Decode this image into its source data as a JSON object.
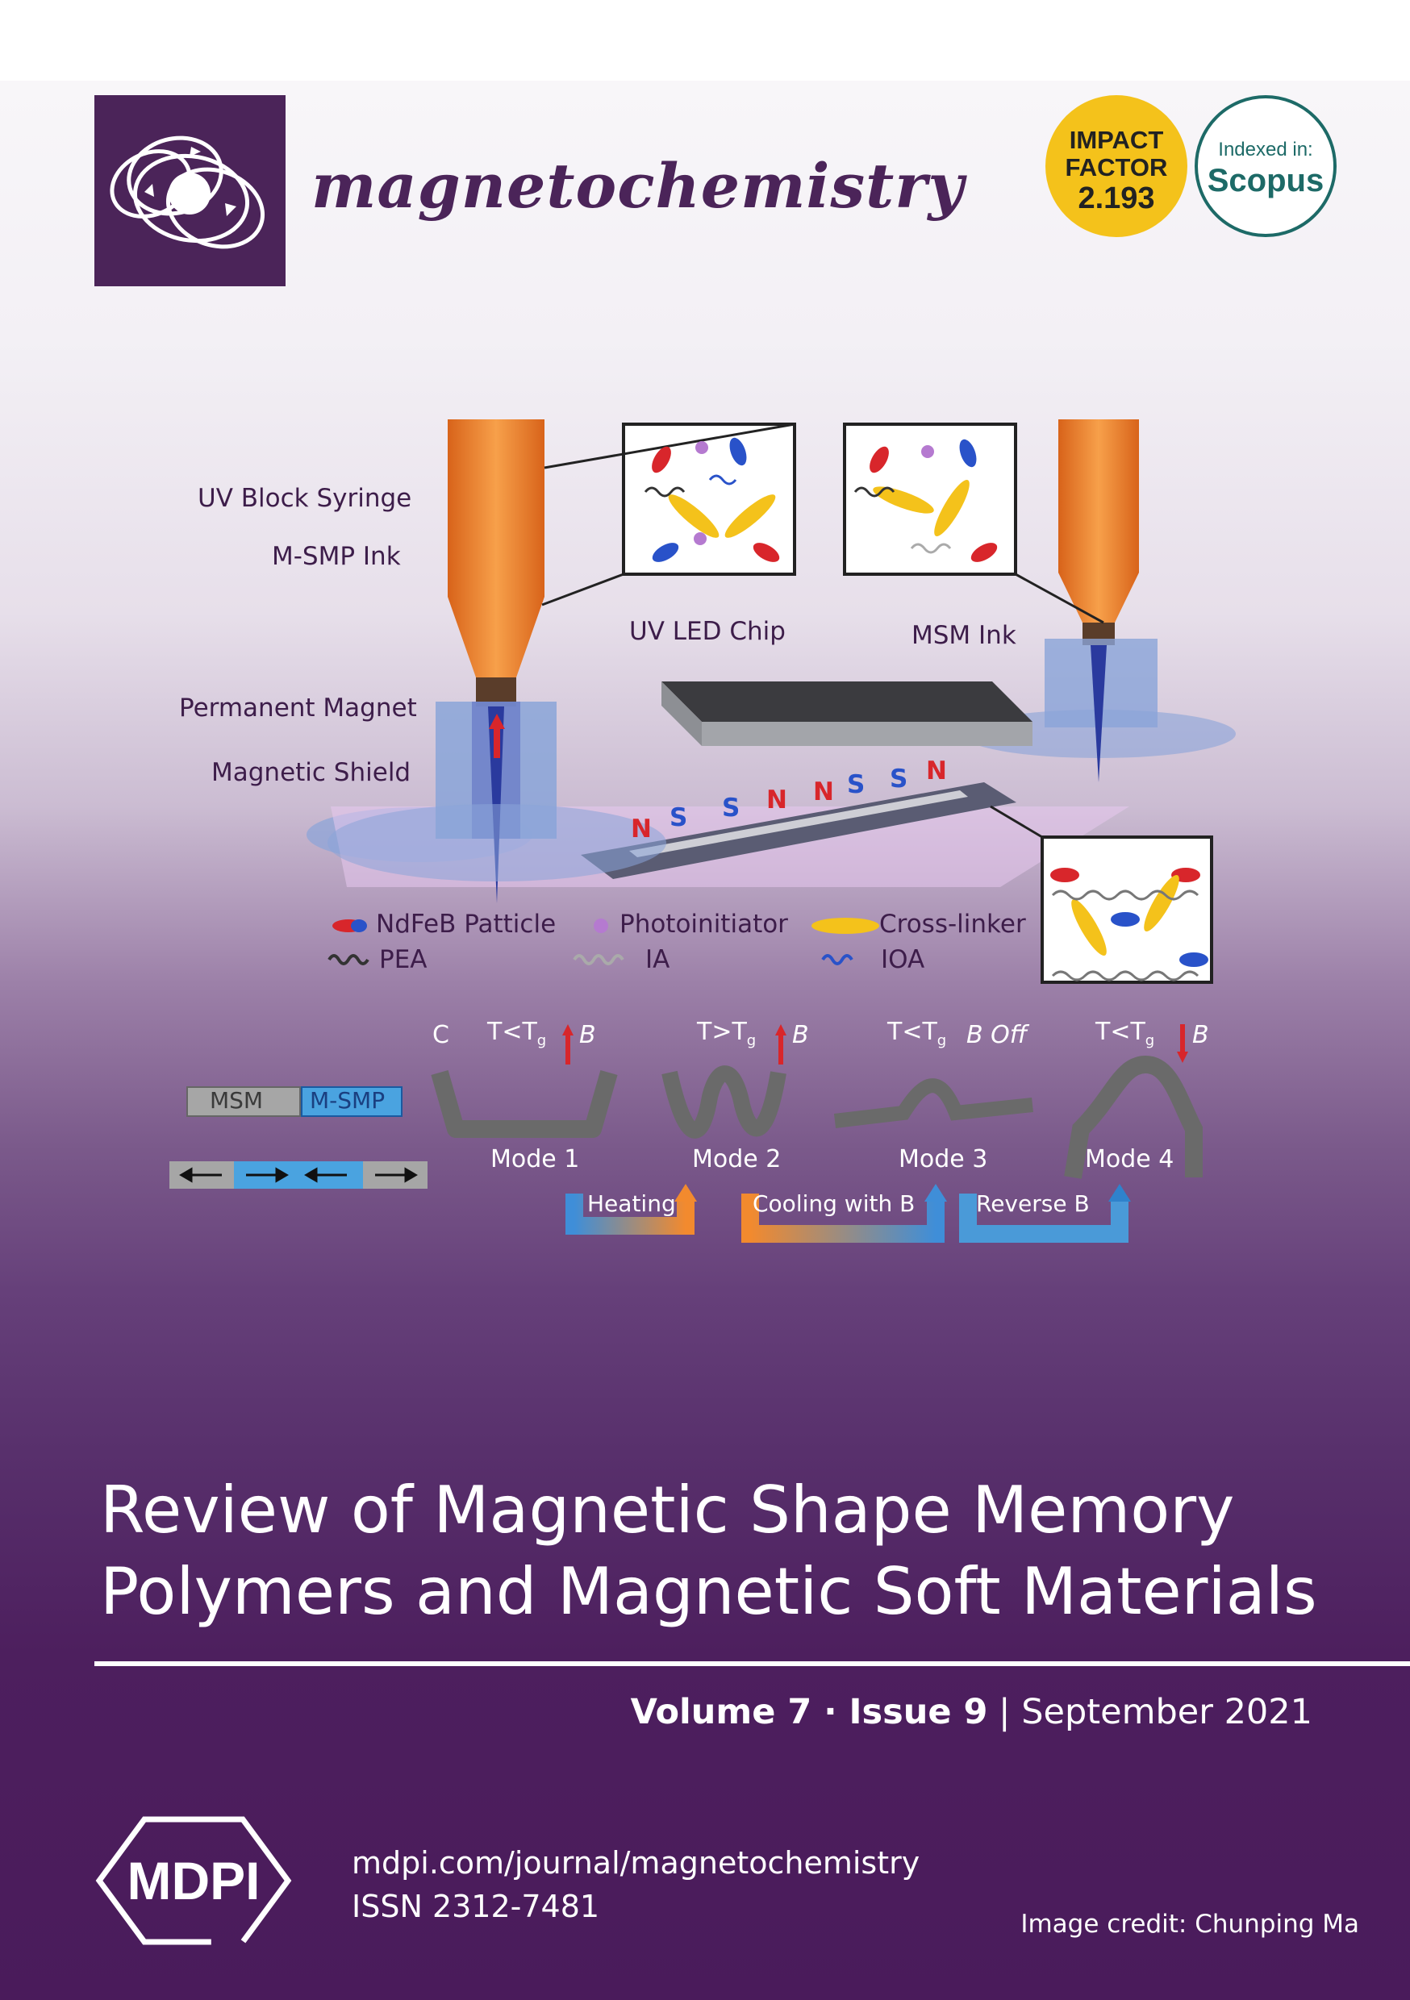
{
  "header": {
    "journal_name": "magnetochemistry",
    "impact_line1": "IMPACT",
    "impact_line2": "FACTOR",
    "impact_value": "2.193",
    "indexed_label": "Indexed in:",
    "indexed_db": "Scopus"
  },
  "figure": {
    "labels": {
      "uv_block_syringe": "UV Block Syringe",
      "msmp_ink": "M-SMP  Ink",
      "permanent_magnet": "Permanent Magnet",
      "magnetic_shield": "Magnetic Shield",
      "uv_led_chip": "UV LED Chip",
      "msm_ink": "MSM Ink"
    },
    "poles": [
      "N",
      "S",
      "S",
      "N",
      "N",
      "S",
      "S",
      "N"
    ],
    "legend": {
      "ndfeb": "NdFeB Patticle",
      "photoinitiator": "Photoinitiator",
      "crosslinker": "Cross-linker",
      "pea": "PEA",
      "ia": "IA",
      "ioa": "IOA"
    },
    "panel_letter": "C",
    "conditions": [
      {
        "temp": "T<T",
        "sub": "g",
        "field": "B"
      },
      {
        "temp": "T>T",
        "sub": "g",
        "field": "B"
      },
      {
        "temp": "T<T",
        "sub": "g",
        "field": "B Off"
      },
      {
        "temp": "T<T",
        "sub": "g",
        "field": "B"
      }
    ],
    "modes": [
      "Mode 1",
      "Mode 2",
      "Mode 3",
      "Mode 4"
    ],
    "transitions": [
      "Heating",
      "Cooling with B",
      "Reverse B"
    ],
    "msm_label": "MSM",
    "msmp_label": "M-SMP"
  },
  "title": {
    "line1": "Review of Magnetic Shape Memory",
    "line2": "Polymers and Magnetic Soft Materials"
  },
  "issue": {
    "volume": "Volume 7",
    "separator": " · ",
    "issue": "Issue 9",
    "pipe": " | ",
    "date": "September 2021"
  },
  "footer": {
    "publisher": "MDPI",
    "url": "mdpi.com/journal/magnetochemistry",
    "issn": "ISSN 2312-7481",
    "credit": "Image credit: Chunping Ma"
  },
  "colors": {
    "brand_purple": "#4b2459",
    "impact_yellow": "#f4c21b",
    "scopus_teal": "#1d6a67",
    "syringe_orange": "#f28a2e",
    "magnet_blue": "#8aa4d8"
  }
}
